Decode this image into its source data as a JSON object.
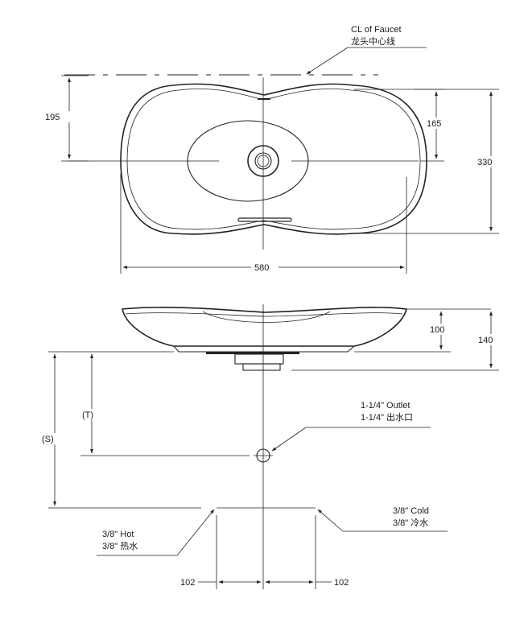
{
  "callouts": {
    "faucet_cl_en": "CL of Faucet",
    "faucet_cl_cn": "龙头中心线",
    "outlet_en": "1-1/4\" Outlet",
    "outlet_cn": "1-1/4\" 出水口",
    "cold_en": "3/8\" Cold",
    "cold_cn": "3/8\" 冷水",
    "hot_en": "3/8\" Hot",
    "hot_cn": "3/8\" 热水"
  },
  "dimensions": {
    "top_195": "195",
    "top_165": "165",
    "top_330": "330",
    "top_580": "580",
    "side_100": "100",
    "side_140": "140",
    "side_T": "(T)",
    "side_S": "(S)",
    "supply_left_102": "102",
    "supply_right_102": "102"
  }
}
